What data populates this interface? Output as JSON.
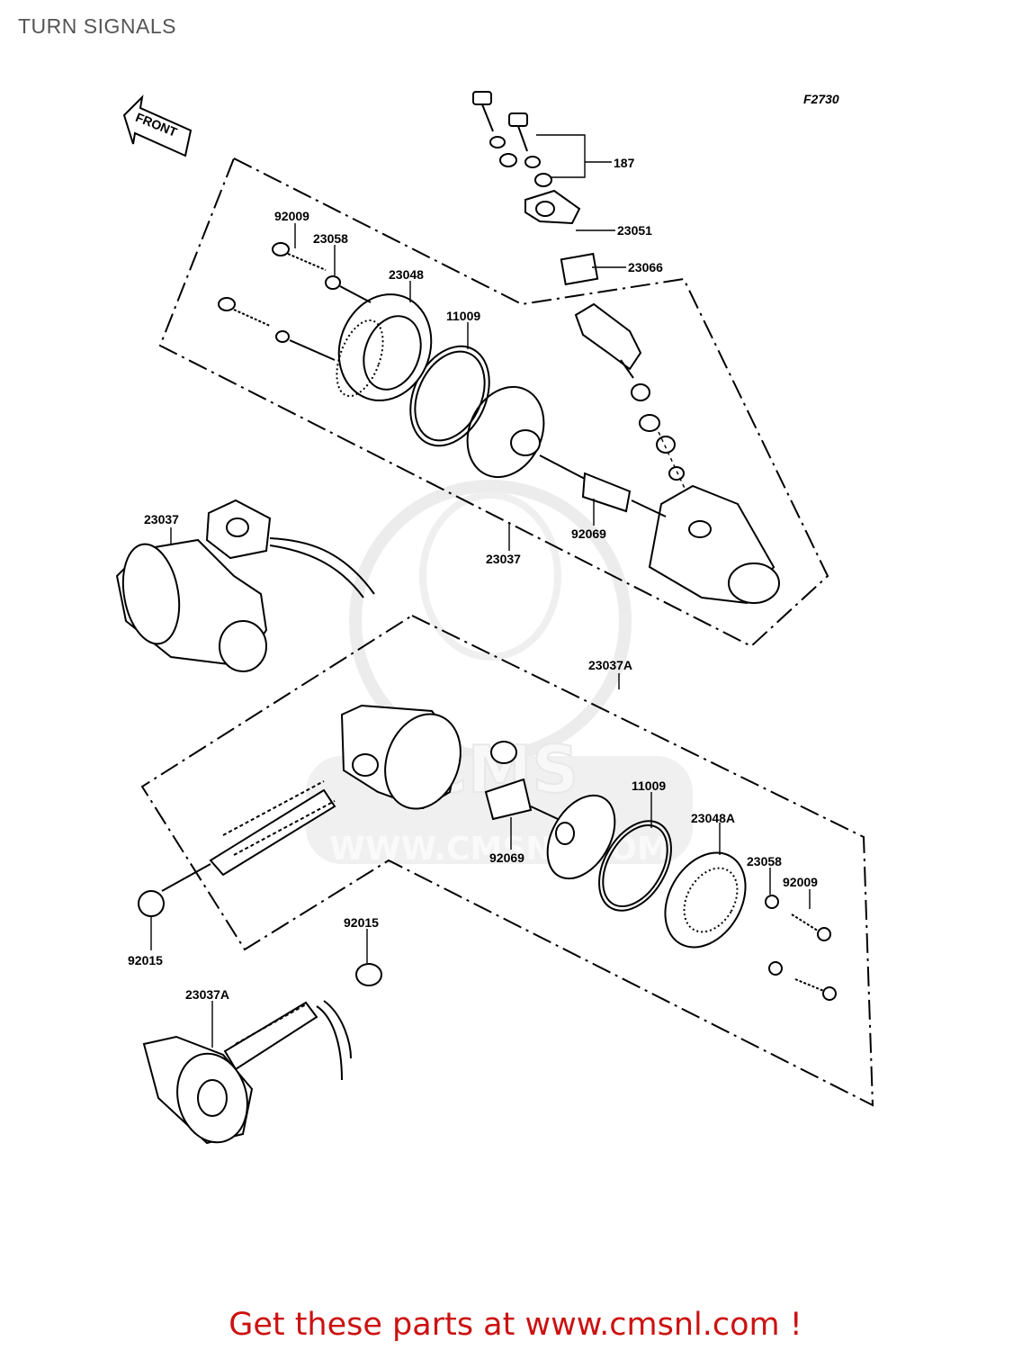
{
  "page": {
    "title": "TURN SIGNALS",
    "figure_code": "F2730",
    "front_arrow_label": "FRONT",
    "footer_text": "Get these parts at www.cmsnl.com !"
  },
  "watermark": {
    "brand": "CMS",
    "url": "WWW.CMSNL.COM"
  },
  "callouts": [
    {
      "id": "c187",
      "label": "187"
    },
    {
      "id": "c23051",
      "label": "23051"
    },
    {
      "id": "c23066",
      "label": "23066"
    },
    {
      "id": "c92009a",
      "label": "92009"
    },
    {
      "id": "c23058a",
      "label": "23058"
    },
    {
      "id": "c23048",
      "label": "23048"
    },
    {
      "id": "c11009a",
      "label": "11009"
    },
    {
      "id": "c23037a",
      "label": "23037"
    },
    {
      "id": "c92069a",
      "label": "92069"
    },
    {
      "id": "c23037b",
      "label": "23037"
    },
    {
      "id": "c23037A1",
      "label": "23037A"
    },
    {
      "id": "c11009b",
      "label": "11009"
    },
    {
      "id": "c23048A",
      "label": "23048A"
    },
    {
      "id": "c92069b",
      "label": "92069"
    },
    {
      "id": "c23058b",
      "label": "23058"
    },
    {
      "id": "c92009b",
      "label": "92009"
    },
    {
      "id": "c92015a",
      "label": "92015"
    },
    {
      "id": "c92015b",
      "label": "92015"
    },
    {
      "id": "c23037A2",
      "label": "23037A"
    }
  ],
  "colors": {
    "ink": "#000000",
    "title_gray": "#555555",
    "footer_red": "#cc1111",
    "watermark_gray": "#dddddd"
  }
}
